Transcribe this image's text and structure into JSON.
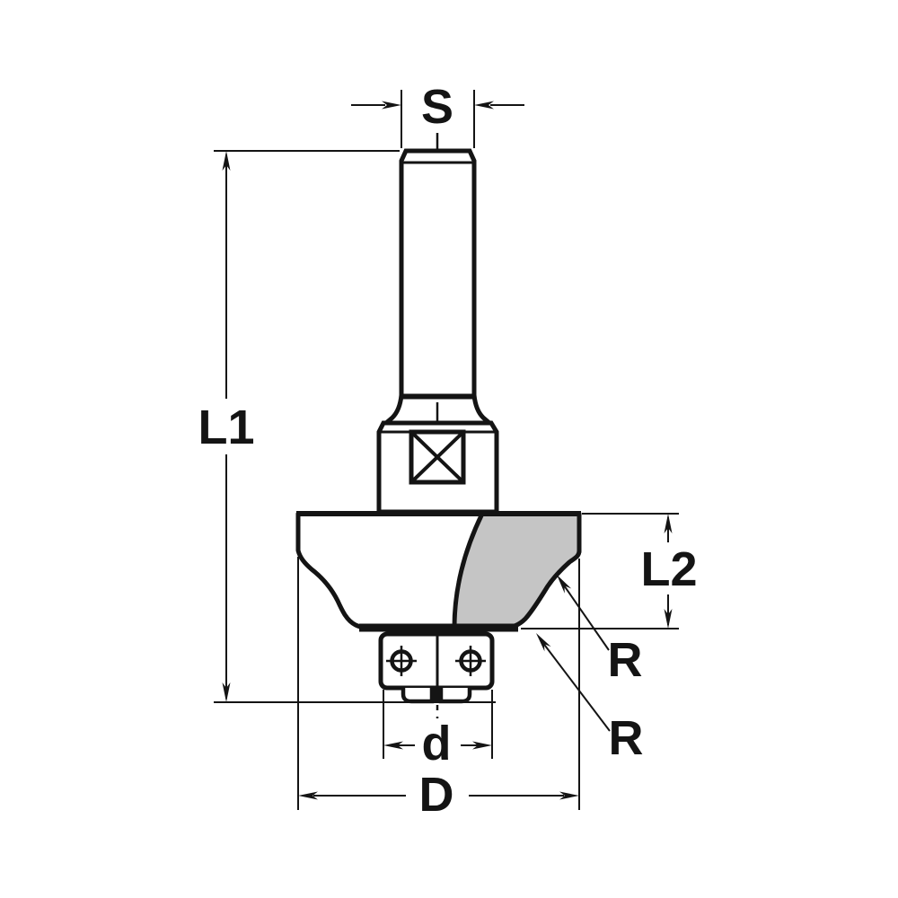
{
  "drawing": {
    "subject": "router-bit-dimension-diagram",
    "dimensions": {
      "shank_diameter": {
        "label": "S"
      },
      "overall_length": {
        "label": "L1"
      },
      "cutting_length": {
        "label": "L2"
      },
      "radius_upper": {
        "label": "R"
      },
      "radius_lower": {
        "label": "R"
      },
      "bearing_diameter": {
        "label": "d"
      },
      "cutting_diameter": {
        "label": "D"
      }
    },
    "colors": {
      "line": "#141414",
      "carbide_fill": "#c5c5c5",
      "background": "#ffffff"
    }
  }
}
